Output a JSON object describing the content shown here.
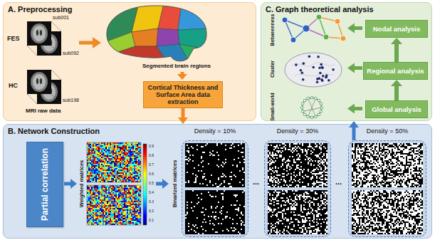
{
  "diagram": {
    "nodes": [
      {
        "text": [
          "A. Preprocessing"
        ]
      },
      {
        "text": [
          "Cortical Thickness and Surface Area data extraction"
        ],
        "in": 0
      },
      {
        "text": [
          "B. Network Construction"
        ]
      },
      {
        "text": [
          "Partial correlation"
        ],
        "in": 2
      },
      {
        "text": [
          "Density = 10%"
        ],
        "in": 2
      },
      {
        "text": [
          "Density = 30%"
        ],
        "in": 2
      },
      {
        "text": [
          "Density = 50%"
        ],
        "in": 2
      },
      {
        "text": [
          "C. Graph theoretical analysis"
        ]
      },
      {
        "text": [
          "Nodal analysis"
        ],
        "in": 7
      },
      {
        "text": [
          "Regional analysis"
        ],
        "in": 7
      },
      {
        "text": [
          "Global analysis"
        ],
        "in": 7
      }
    ],
    "edges": [
      {
        "from": 1,
        "to": 2,
        "arrow": "to"
      },
      {
        "from": 6,
        "to": 7,
        "arrow": "to"
      },
      {
        "from": 10,
        "to": 9,
        "arrow": "to"
      },
      {
        "from": 9,
        "to": 8,
        "arrow": "to"
      }
    ],
    "labels": [
      "FES",
      "sub001",
      "sub092",
      "HC",
      "sub198",
      "MRI raw data",
      "Segmented brain regions",
      "Weighted matrices",
      "0.9",
      "0.8",
      "0.7",
      "0.6",
      "0.5",
      "0.4",
      "0.3",
      "0.2",
      "0.1",
      "Binarized matrices",
      "...",
      "...",
      "Betweenness",
      "Cluster",
      "Small-world"
    ]
  }
}
